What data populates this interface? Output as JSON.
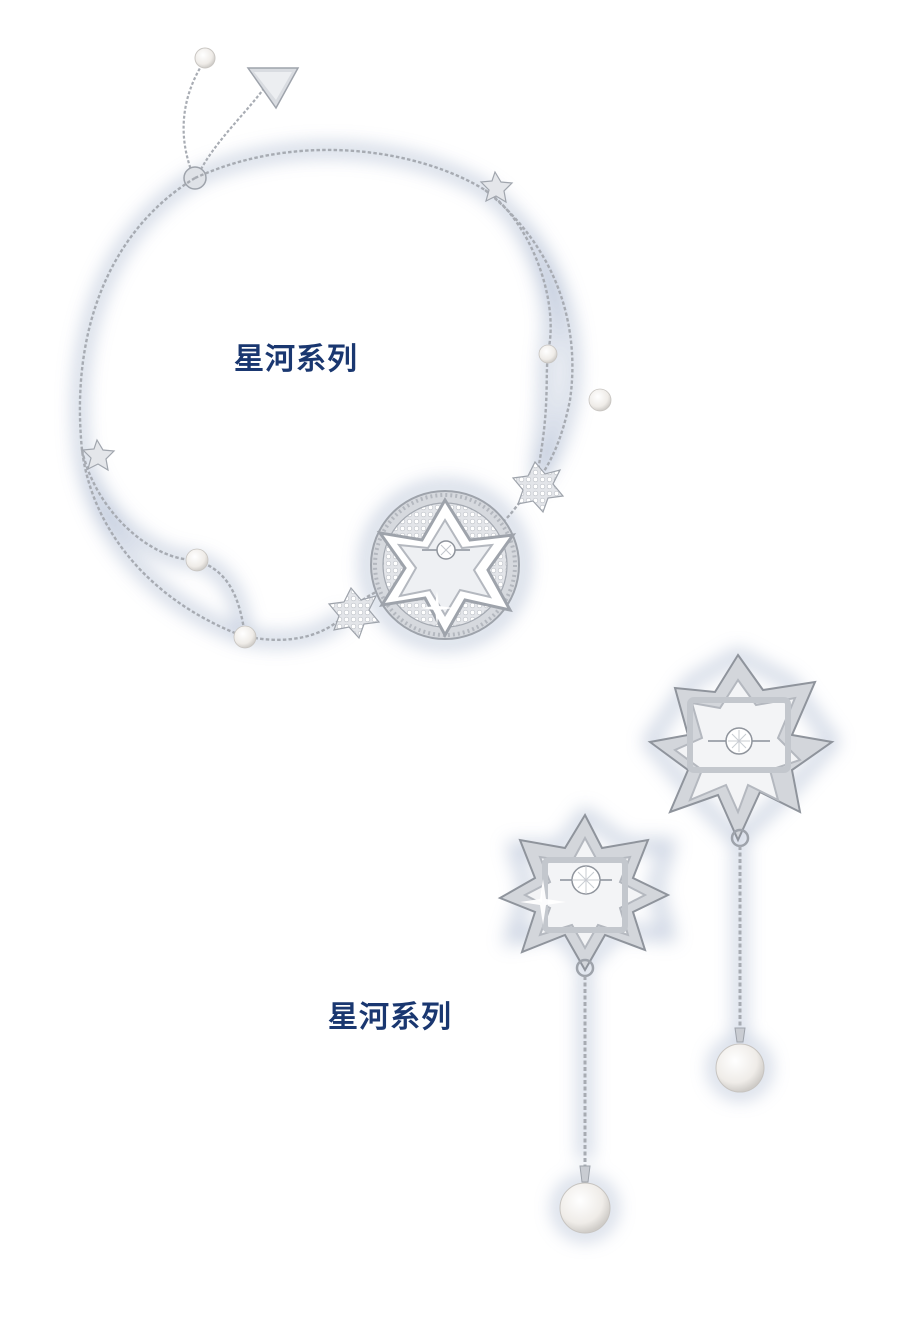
{
  "captions": {
    "bracelet": "星河系列",
    "earrings": "星河系列"
  },
  "colors": {
    "caption": "#1a3770",
    "glow": "#b9c4d8",
    "metal": "#c9ccd2",
    "metal_dark": "#9ea3ab",
    "pearl": "#f5f3f0",
    "crystal": "#ffffff"
  },
  "icons": {
    "bracelet": "star-medallion-bracelet-image",
    "earring_left": "star-drop-pearl-earring-image",
    "earring_right": "star-drop-pearl-earring-image"
  }
}
